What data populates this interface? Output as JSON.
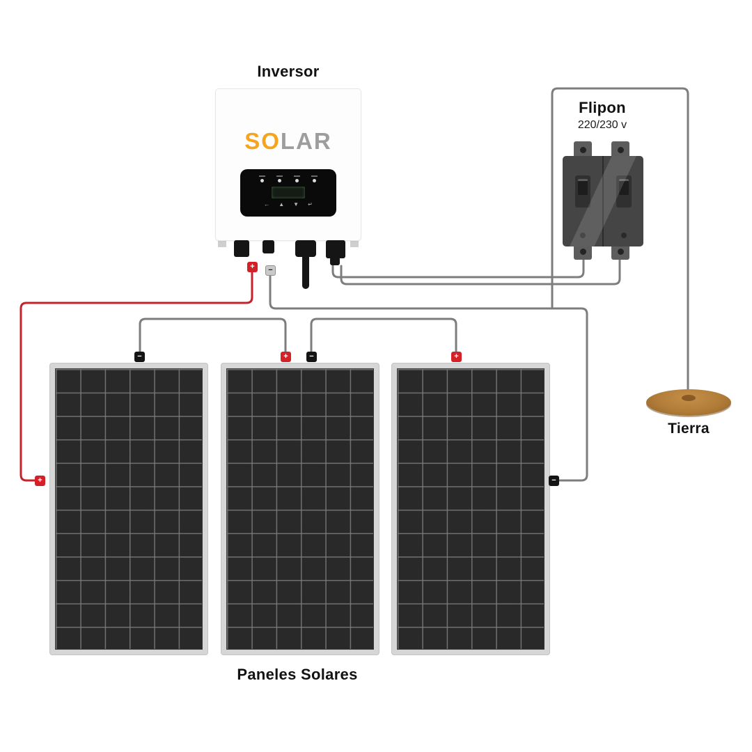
{
  "labels": {
    "inverter": "Inversor",
    "breaker": "Flipon",
    "breaker_voltage": "220/230 v",
    "ground": "Tierra",
    "panels": "Paneles Solares"
  },
  "inverter": {
    "logo_primary": "SO",
    "logo_secondary": "LAR",
    "display_icons": [
      "←",
      "▲",
      "▼",
      "↵"
    ]
  },
  "terminals": {
    "plus": "+",
    "minus": "−"
  },
  "colors": {
    "wire_gray": "#7d7d7d",
    "wire_red": "#c4232b",
    "terminal_red": "#d42127",
    "terminal_black": "#141414",
    "logo_orange": "#f6a41d",
    "logo_gray": "#9d9d9d",
    "ground_brown": "#b07c38",
    "panel_cell": "#292929",
    "panel_frame": "#d6d6d6"
  }
}
